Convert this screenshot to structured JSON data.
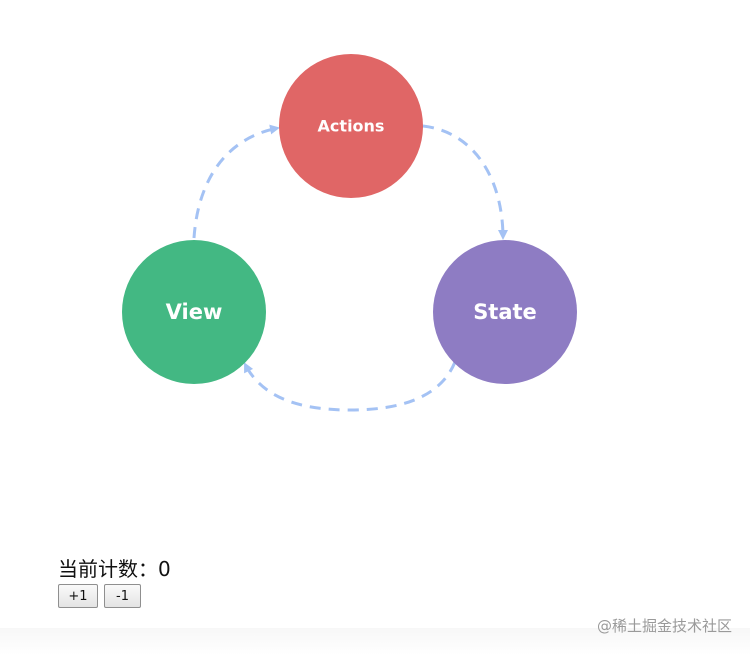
{
  "diagram": {
    "nodes": {
      "actions": {
        "label": "Actions",
        "color": "#e06666"
      },
      "state": {
        "label": "State",
        "color": "#8e7cc3"
      },
      "view": {
        "label": "View",
        "color": "#43b883"
      }
    },
    "arrow_color": "#a4c2f4"
  },
  "counter": {
    "label": "当前计数：",
    "value": "0",
    "increment_label": "+1",
    "decrement_label": "-1"
  },
  "watermark": "@稀土掘金技术社区"
}
